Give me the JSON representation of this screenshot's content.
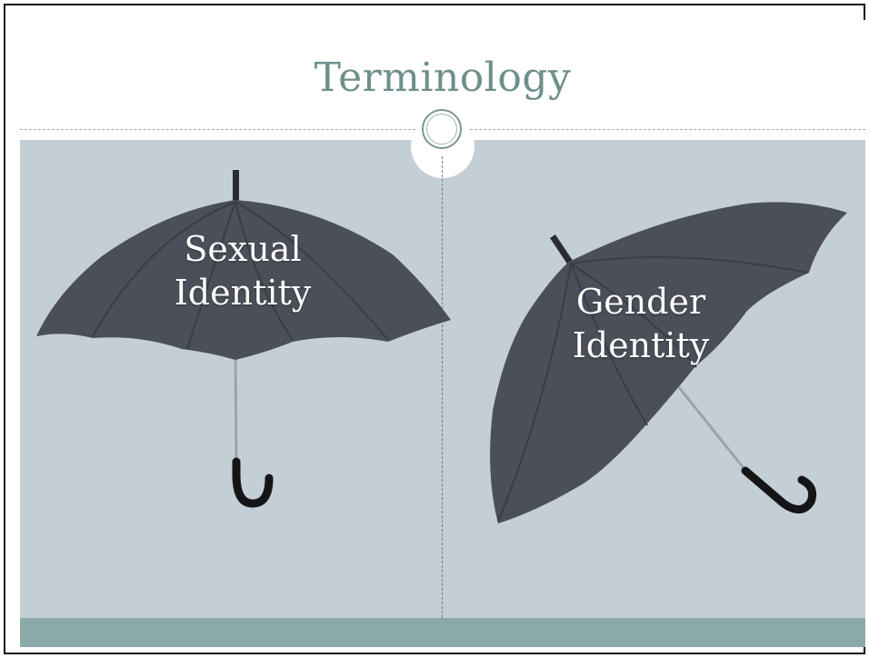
{
  "slide": {
    "title": "Terminology",
    "captions": {
      "left": {
        "line1": "Sexual",
        "line2": "Identity"
      },
      "right": {
        "line1": "Gender",
        "line2": "Identity"
      }
    },
    "images": {
      "left": "umbrella-open-upright",
      "right": "umbrella-tilted"
    }
  },
  "colors": {
    "title": "#6e8f8c",
    "content_background": "#c4ced5",
    "footer_band": "#8aa9a8",
    "umbrella_canopy": "#4a4e58",
    "caption_text": "#ffffff"
  }
}
